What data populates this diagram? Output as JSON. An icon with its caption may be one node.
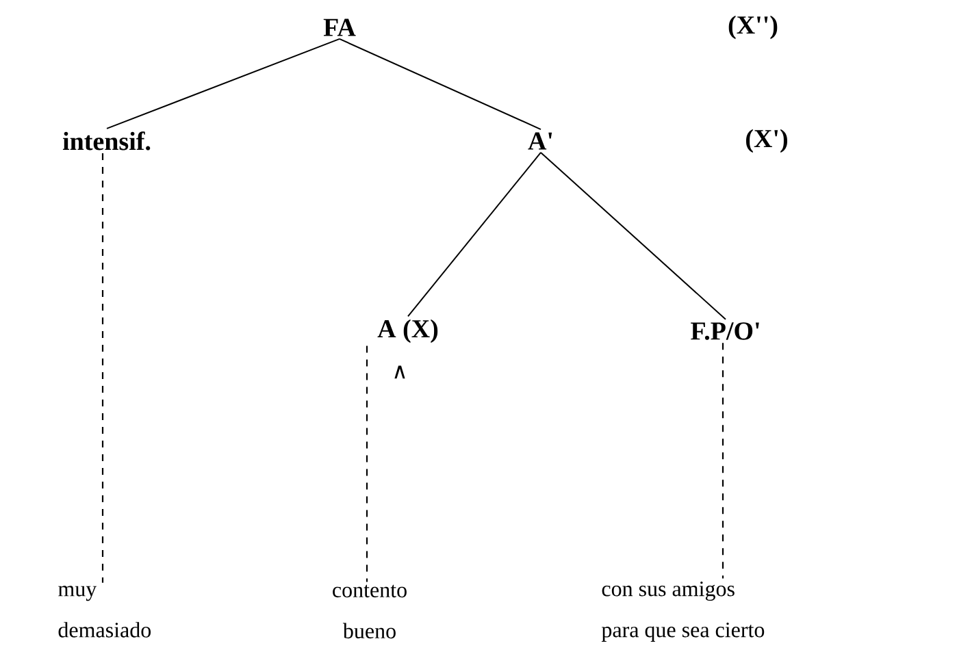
{
  "diagram": {
    "nodes": [
      {
        "text": [
          "FA"
        ]
      },
      {
        "text": [
          "intensif."
        ]
      },
      {
        "text": [
          "A'"
        ]
      },
      {
        "text": [
          "A (X)"
        ]
      },
      {
        "text": [
          "F.P/O'"
        ]
      },
      {
        "text": [
          "muy",
          "demasiado"
        ]
      },
      {
        "text": [
          "contento",
          "bueno"
        ]
      },
      {
        "text": [
          "con sus amigos",
          "para que sea cierto"
        ]
      }
    ],
    "edges": [
      {
        "from": 0,
        "to": 1,
        "arrow": "none"
      },
      {
        "from": 0,
        "to": 2,
        "arrow": "none"
      },
      {
        "from": 2,
        "to": 3,
        "arrow": "none"
      },
      {
        "from": 2,
        "to": 4,
        "arrow": "none"
      },
      {
        "from": 1,
        "to": 5,
        "arrow": "none",
        "style": "dashed"
      },
      {
        "from": 3,
        "to": 6,
        "arrow": "none",
        "style": "dashed"
      },
      {
        "from": 4,
        "to": 7,
        "arrow": "none",
        "style": "dashed"
      }
    ],
    "labels": [
      "(X'')",
      "(X')",
      "∧"
    ]
  }
}
